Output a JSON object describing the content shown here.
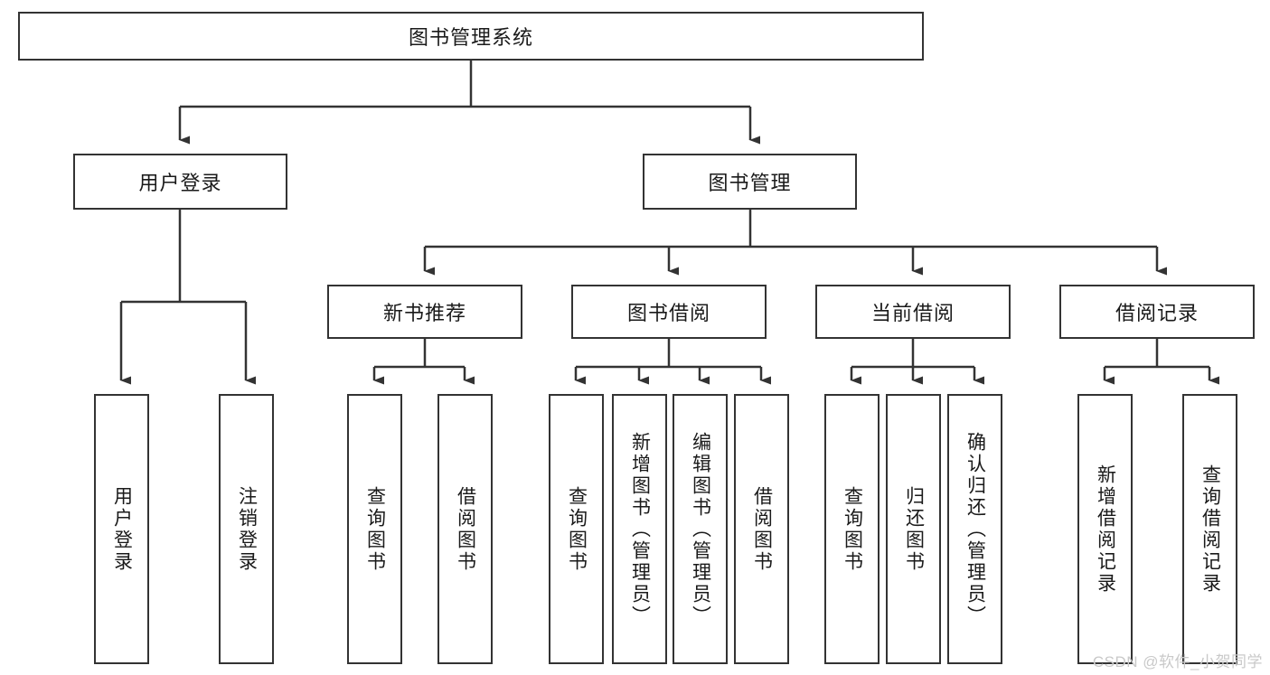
{
  "diagram": {
    "title_node": {
      "label": "图书管理系统"
    },
    "level2": [
      {
        "id": "user-login",
        "label": "用户登录"
      },
      {
        "id": "book-manage",
        "label": "图书管理"
      }
    ],
    "level3": [
      {
        "id": "new-book-recommend",
        "label": "新书推荐"
      },
      {
        "id": "book-borrow",
        "label": "图书借阅"
      },
      {
        "id": "current-borrow",
        "label": "当前借阅"
      },
      {
        "id": "borrow-record",
        "label": "借阅记录"
      }
    ],
    "leaves": [
      {
        "id": "leaf-user-login",
        "label": "用户登录"
      },
      {
        "id": "leaf-logout-login",
        "label": "注销登录"
      },
      {
        "id": "leaf-query-book-1",
        "label": "查询图书"
      },
      {
        "id": "leaf-borrow-book-1",
        "label": "借阅图书"
      },
      {
        "id": "leaf-query-book-2",
        "label": "查询图书"
      },
      {
        "id": "leaf-add-book",
        "label": "新增图书（管理员）"
      },
      {
        "id": "leaf-edit-book",
        "label": "编辑图书（管理员）"
      },
      {
        "id": "leaf-borrow-book-2",
        "label": "借阅图书"
      },
      {
        "id": "leaf-query-book-3",
        "label": "查询图书"
      },
      {
        "id": "leaf-return-book",
        "label": "归还图书"
      },
      {
        "id": "leaf-confirm-return",
        "label": "确认归还（管理员）"
      },
      {
        "id": "leaf-add-record",
        "label": "新增借阅记录"
      },
      {
        "id": "leaf-query-record",
        "label": "查询借阅记录"
      }
    ],
    "watermark": "CSDN @软件_小贺同学",
    "colors": {
      "stroke": "#333333",
      "fill": "#ffffff",
      "text": "#1a1a1a",
      "watermark": "#c9c9c9"
    }
  }
}
